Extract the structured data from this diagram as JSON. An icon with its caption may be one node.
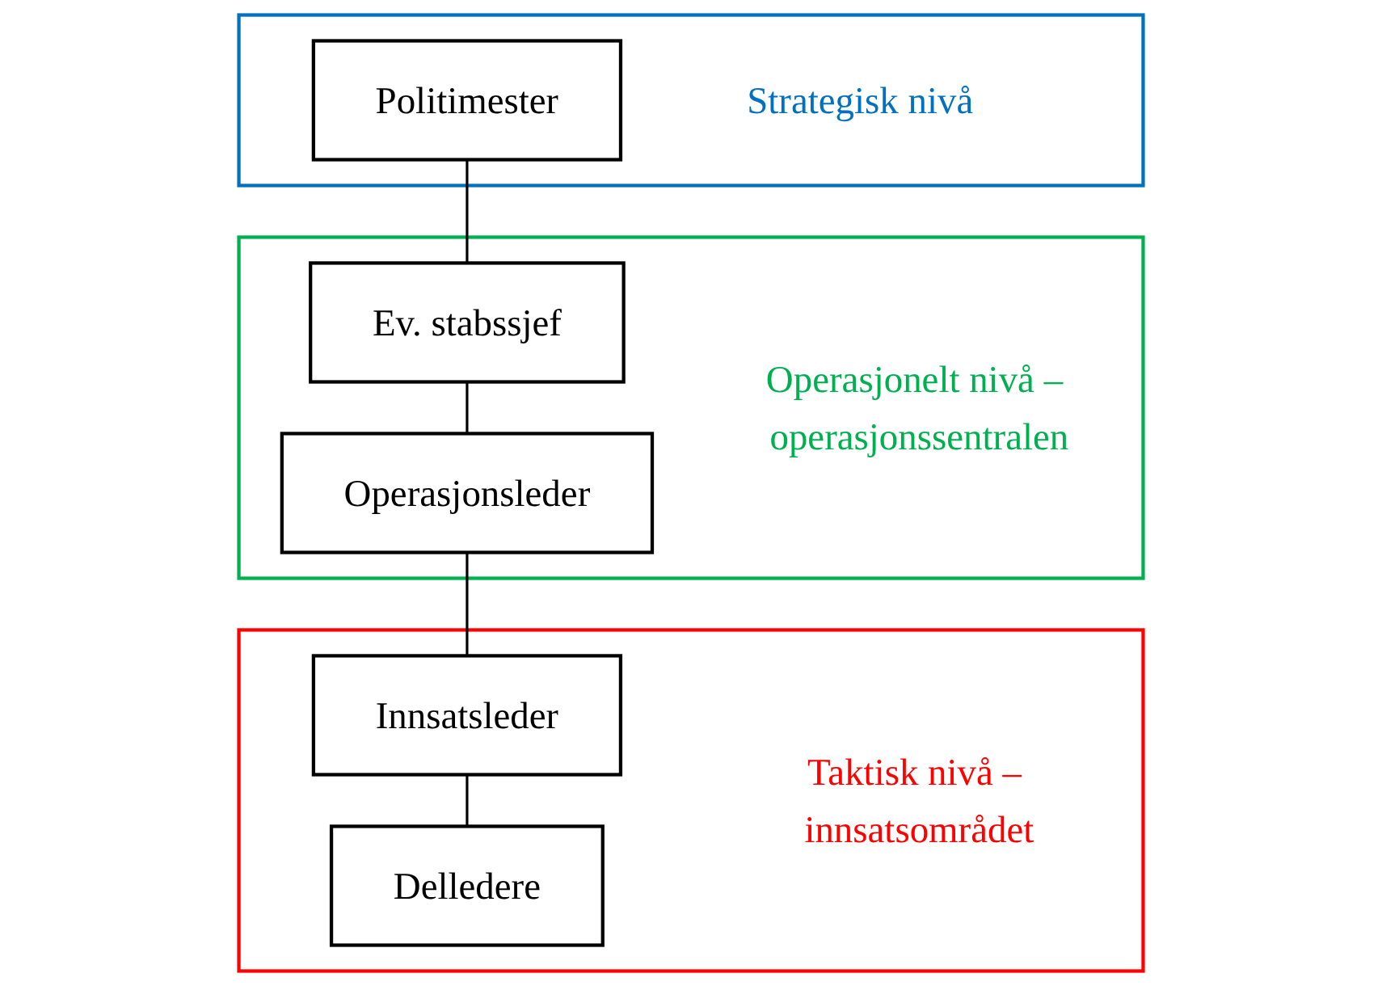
{
  "diagram": {
    "nodes": [
      {
        "text": [
          "Strategisk nivå"
        ]
      },
      {
        "text": [
          "Politimester"
        ],
        "in": 0
      },
      {
        "text": [
          "Operasjonelt nivå – operasjonssentralen"
        ]
      },
      {
        "text": [
          "Ev. stabssjef"
        ],
        "in": 2
      },
      {
        "text": [
          "Operasjonsleder"
        ],
        "in": 2
      },
      {
        "text": [
          "Taktisk nivå – innsatsområdet"
        ]
      },
      {
        "text": [
          "Innsatsleder"
        ],
        "in": 5
      },
      {
        "text": [
          "Delledere"
        ],
        "in": 5
      }
    ],
    "edges": [
      {
        "from": 1,
        "to": 3,
        "arrow": "none"
      },
      {
        "from": 3,
        "to": 4,
        "arrow": "none"
      },
      {
        "from": 4,
        "to": 6,
        "arrow": "none"
      },
      {
        "from": 6,
        "to": 7,
        "arrow": "none"
      }
    ]
  }
}
